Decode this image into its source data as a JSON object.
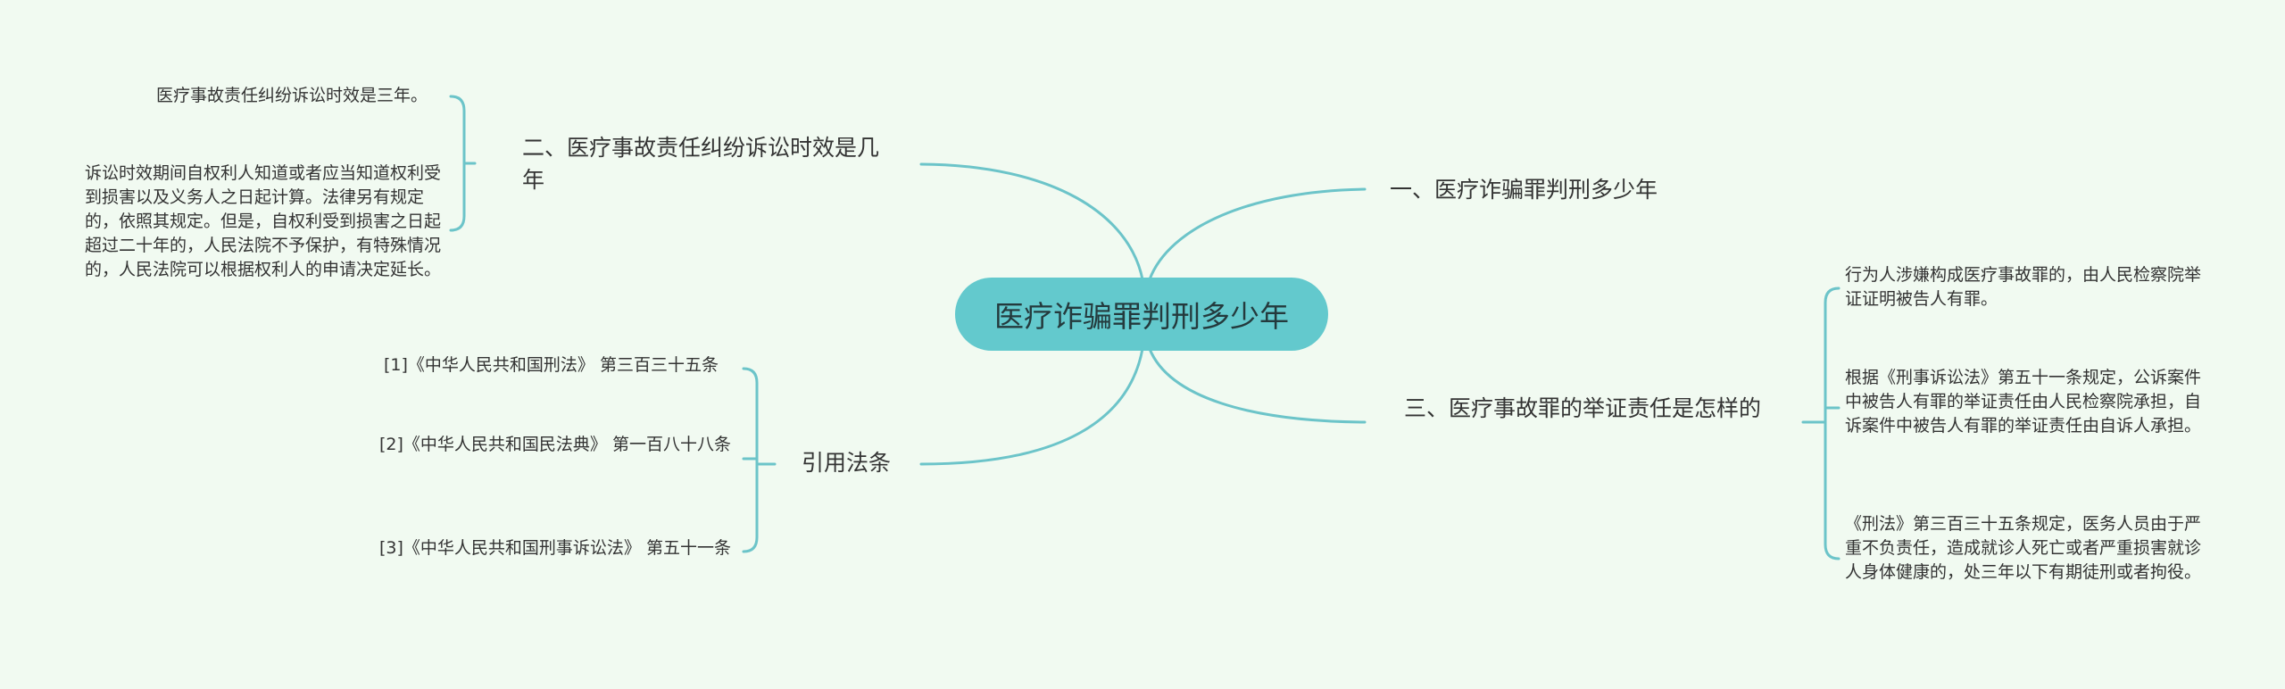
{
  "root": {
    "label": "医疗诈骗罪判刑多少年"
  },
  "branches": {
    "statute": {
      "title": "二、医疗事故责任纠纷诉讼时效是几年",
      "items": [
        "医疗事故责任纠纷诉讼时效是三年。",
        "诉讼时效期间自权利人知道或者应当知道权利受到损害以及义务人之日起计算。法律另有规定的，依照其规定。但是，自权利受到损害之日起超过二十年的，人民法院不予保护，有特殊情况的，人民法院可以根据权利人的申请决定延长。"
      ]
    },
    "fraud": {
      "title": "一、医疗诈骗罪判刑多少年"
    },
    "burden": {
      "title": "三、医疗事故罪的举证责任是怎样的",
      "items": [
        "行为人涉嫌构成医疗事故罪的，由人民检察院举证证明被告人有罪。",
        "根据《刑事诉讼法》第五十一条规定，公诉案件中被告人有罪的举证责任由人民检察院承担，自诉案件中被告人有罪的举证责任由自诉人承担。",
        "《刑法》第三百三十五条规定，医务人员由于严重不负责任，造成就诊人死亡或者严重损害就诊人身体健康的，处三年以下有期徒刑或者拘役。"
      ]
    },
    "law": {
      "title": "引用法条",
      "items": [
        "[1]《中华人民共和国刑法》 第三百三十五条",
        "[2]《中华人民共和国民法典》 第一百八十八条",
        "[3]《中华人民共和国刑事诉讼法》 第五十一条"
      ]
    }
  },
  "colors": {
    "line": "#6cc4c9",
    "root_fill": "#63c9cd",
    "background": "#f1faf1"
  }
}
